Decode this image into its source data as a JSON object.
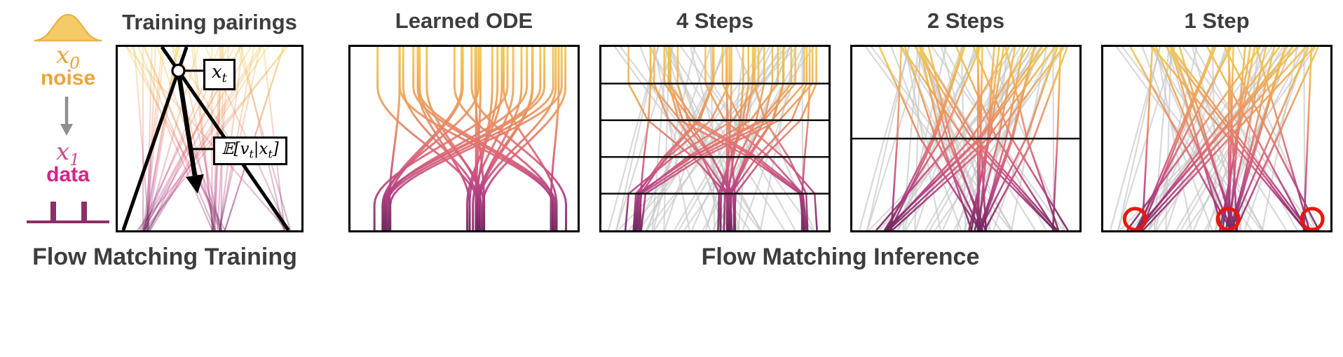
{
  "colors": {
    "text_dark": "#3d3d3d",
    "bump_fill": "#F5CB68",
    "bump_stroke": "#E9B44C",
    "x0": "#E5A33C",
    "noise": "#F2A238",
    "arrow_gray": "#8f8f8f",
    "x1": "#C94C8E",
    "data": "#D6218A",
    "spike": "#8E2D66",
    "gray_line": "#c9c9c9",
    "guide": "#0d0d0d",
    "red_circle": "#EE1507",
    "gradient": [
      [
        "0",
        "#F2C94C"
      ],
      [
        "0.2",
        "#EFAC52"
      ],
      [
        "0.42",
        "#E88A63"
      ],
      [
        "0.6",
        "#D96277"
      ],
      [
        "0.78",
        "#B64183"
      ],
      [
        "1",
        "#70265F"
      ]
    ]
  },
  "left": {
    "x0": {
      "base": "x",
      "sub": "0"
    },
    "noise_label": "noise",
    "x1": {
      "base": "x",
      "sub": "1"
    },
    "data_label": "data",
    "training_title": "Training pairings",
    "xt": {
      "base": "x",
      "sub": "t"
    },
    "ev": {
      "p1": "𝔼[v",
      "s1": "t",
      "p2": "|x",
      "s2": "t",
      "p3": "]"
    },
    "caption": "Flow Matching Training"
  },
  "inference": {
    "caption": "Flow Matching Inference",
    "panels": [
      {
        "title": "Learned ODE",
        "mode": "smooth",
        "gray": false,
        "guides": [],
        "circles": []
      },
      {
        "title": "4 Steps",
        "mode": "steps",
        "segments": 5,
        "gray": true,
        "guides": [
          0.2,
          0.4,
          0.6,
          0.8
        ],
        "circles": []
      },
      {
        "title": "2 Steps",
        "mode": "steps",
        "segments": 2,
        "gray": true,
        "guides": [
          0.5
        ],
        "circles": []
      },
      {
        "title": "1 Step",
        "mode": "steps",
        "segments": 1,
        "gray": true,
        "guides": [],
        "circles": [
          0.14,
          0.55,
          0.92
        ]
      }
    ]
  },
  "trajectories": {
    "seed_colored": 9,
    "seed_gray": 41,
    "seed_pastel": 17,
    "n_colored": 34,
    "n_gray": 44,
    "n_pastel": 48,
    "clusters": [
      0.14,
      0.55,
      0.92
    ],
    "cluster_weights": [
      0.32,
      0.46,
      0.22
    ],
    "jitter": 0.04,
    "bend_start": 0.22,
    "bend_end": 0.86
  }
}
